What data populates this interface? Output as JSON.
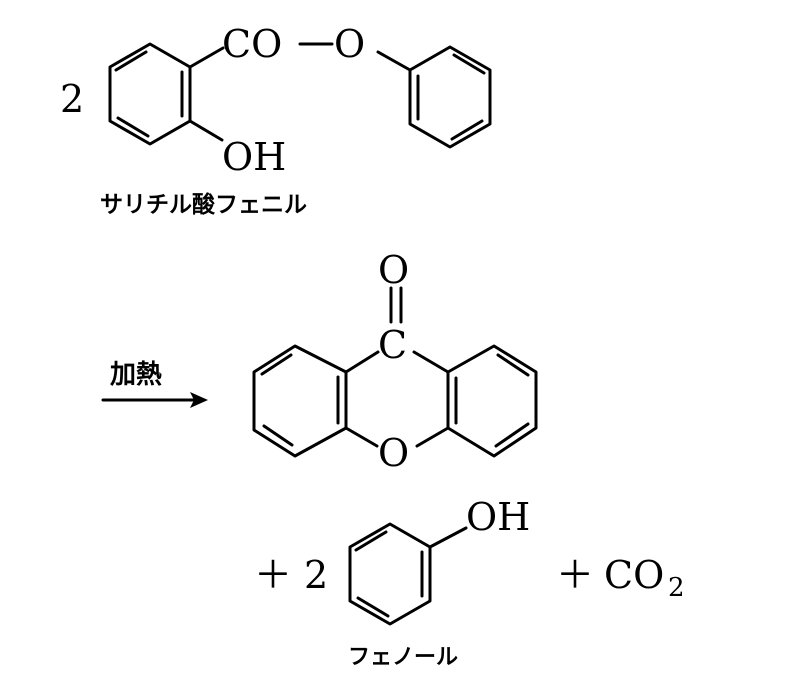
{
  "reactant": {
    "coefficient": "2",
    "ester_group": "CO",
    "ester_oxygen": "O",
    "hydroxyl": "OH",
    "name": "サリチル酸フェニル"
  },
  "arrow": {
    "condition": "加熱"
  },
  "xanthone": {
    "carbonyl_oxygen": "O",
    "carbonyl_carbon": "C",
    "ring_oxygen": "O"
  },
  "products": {
    "plus_1": "＋",
    "phenol_coefficient": "2",
    "phenol_hydroxyl": "OH",
    "phenol_name": "フェノール",
    "plus_2": "＋",
    "co2_main": "CO",
    "co2_subscript": "2"
  }
}
